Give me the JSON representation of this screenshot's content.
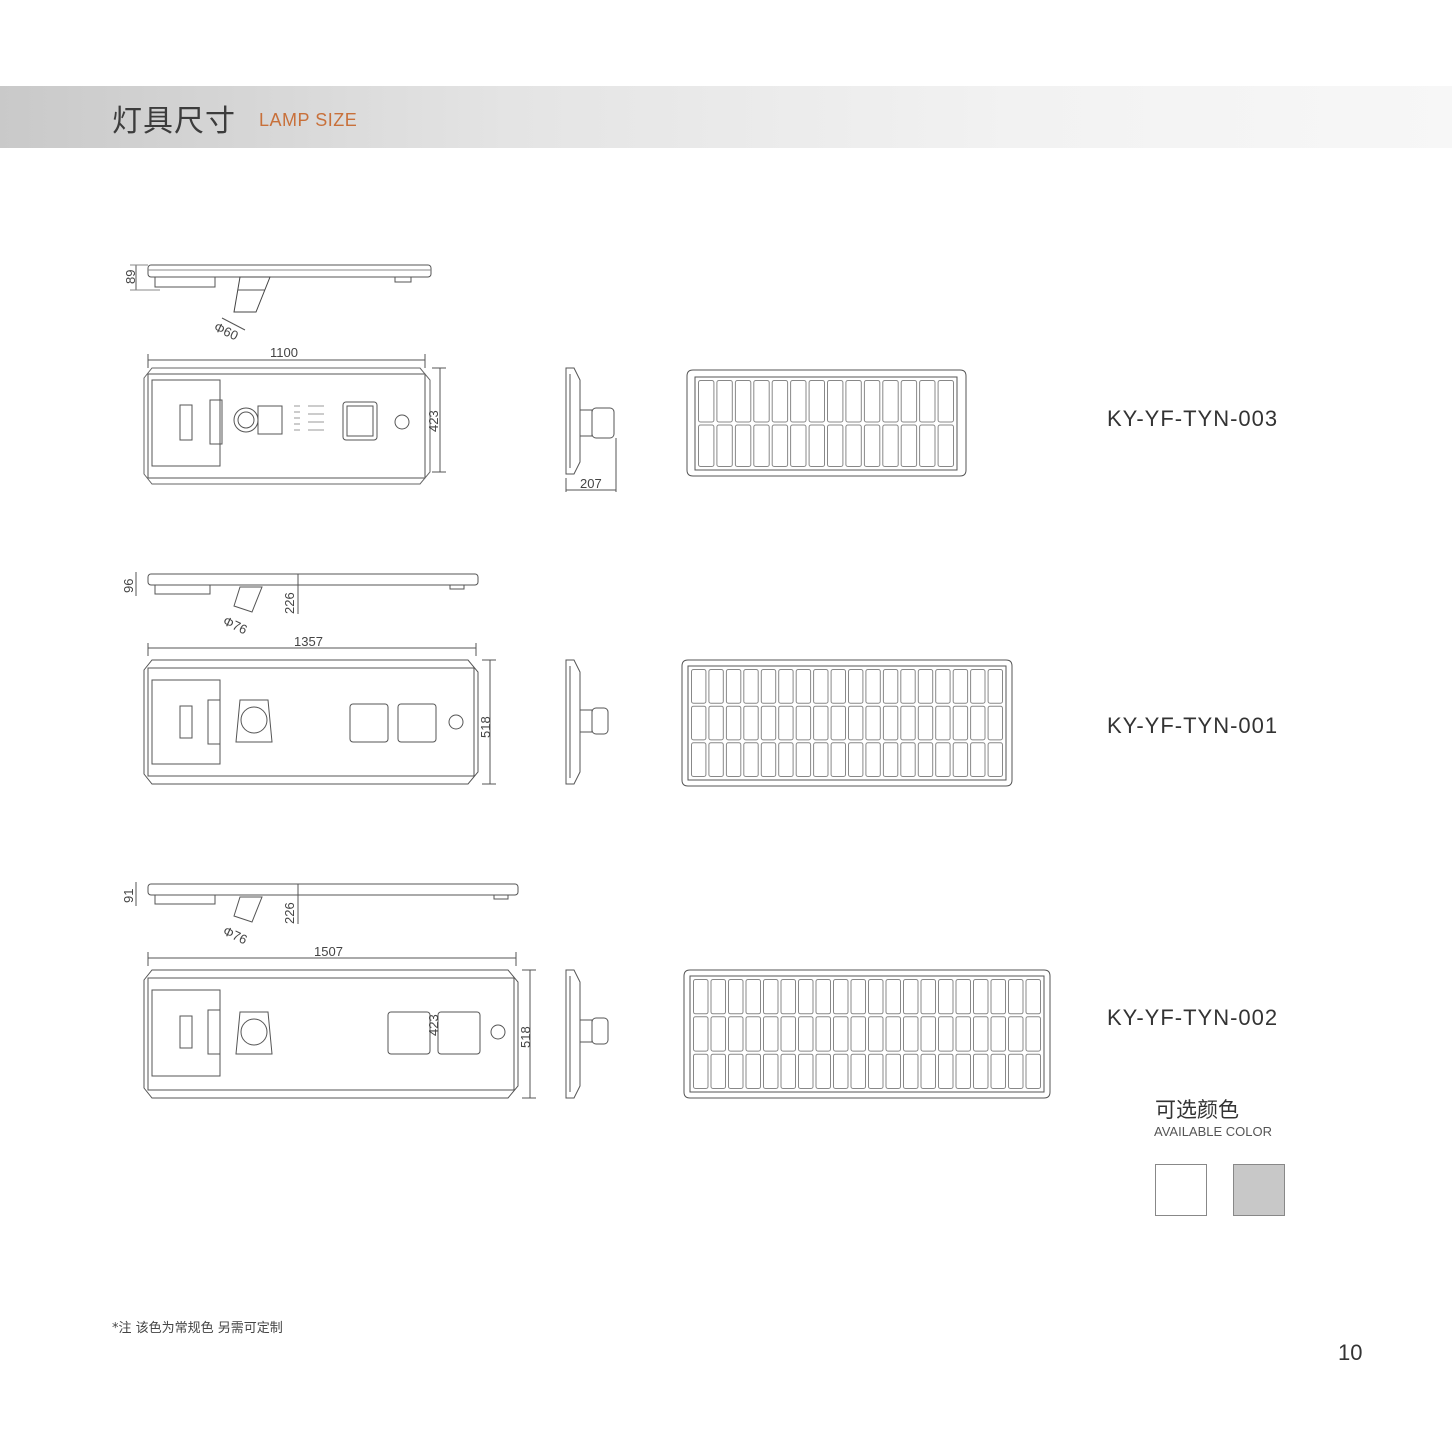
{
  "header": {
    "title_cn": "灯具尺寸",
    "title_en": "LAMP SIZE"
  },
  "products": [
    {
      "model": "KY-YF-TYN-003",
      "dims": {
        "side_height": "89",
        "pole": "Φ60",
        "length": "1100",
        "width": "423",
        "depth": "207"
      }
    },
    {
      "model": "KY-YF-TYN-001",
      "dims": {
        "side_height": "96",
        "arm": "226",
        "pole": "Φ76",
        "length": "1357",
        "width": "518"
      }
    },
    {
      "model": "KY-YF-TYN-002",
      "dims": {
        "side_height": "91",
        "arm": "226",
        "pole": "Φ76",
        "length": "1507",
        "width": "518",
        "inner": "423"
      }
    }
  ],
  "available_color": {
    "label_cn": "可选颜色",
    "label_en": "AVAILABLE COLOR",
    "swatches": [
      {
        "name": "white",
        "color": "#ffffff"
      },
      {
        "name": "grey",
        "color": "#c8c8c8"
      }
    ]
  },
  "note": "*注 该色为常规色 另需可定制",
  "page_number": "10"
}
